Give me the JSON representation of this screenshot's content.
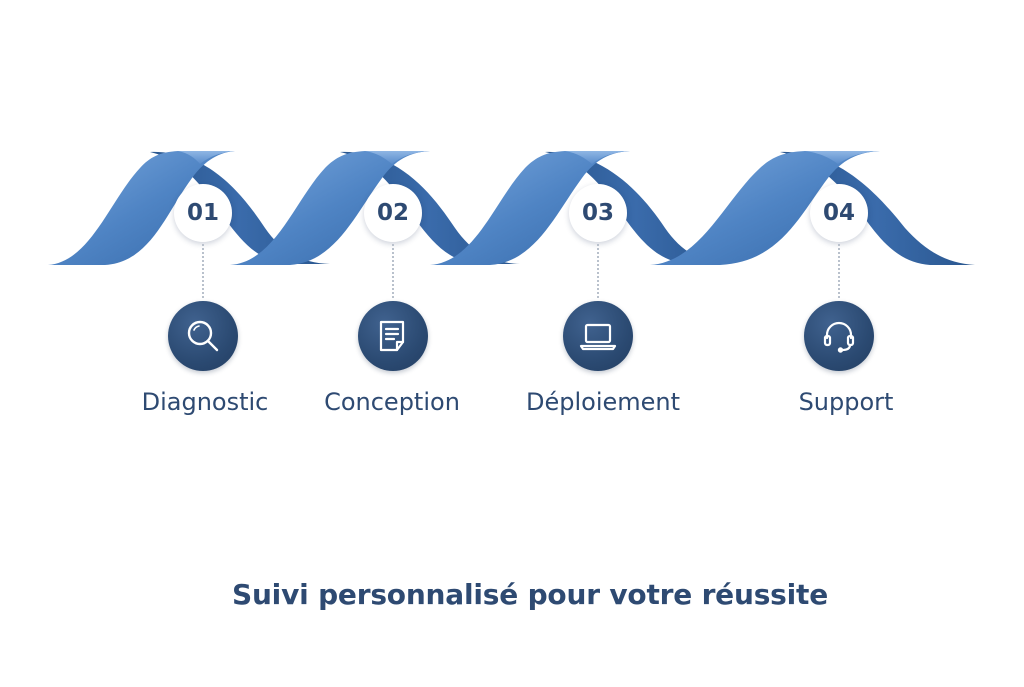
{
  "diagram": {
    "steps": [
      {
        "number": "01",
        "label": "Diagnostic",
        "icon": "magnifier-icon"
      },
      {
        "number": "02",
        "label": "Conception",
        "icon": "document-icon"
      },
      {
        "number": "03",
        "label": "Déploiement",
        "icon": "laptop-icon"
      },
      {
        "number": "04",
        "label": "Support",
        "icon": "headset-icon"
      }
    ],
    "tagline": "Suivi personnalisé pour votre réussite",
    "colors": {
      "ribbon_light": "#6f9fd8",
      "ribbon_mid": "#4a7fc0",
      "ribbon_dark": "#2e5f9e",
      "icon_bg": "#2b4a72",
      "text": "#2e4a72"
    }
  }
}
